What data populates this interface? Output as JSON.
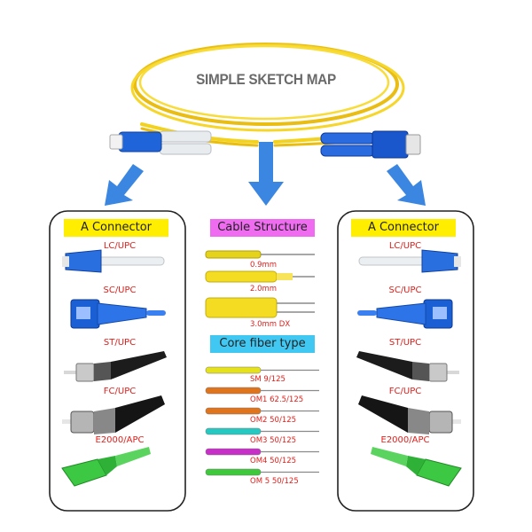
{
  "title": "SIMPLE SKETCH MAP",
  "left_panel": {
    "header": "A Connector",
    "connectors": [
      "LC/UPC",
      "SC/UPC",
      "ST/UPC",
      "FC/UPC",
      "E2000/APC"
    ]
  },
  "right_panel": {
    "header": "A Connector",
    "connectors": [
      "LC/UPC",
      "SC/UPC",
      "ST/UPC",
      "FC/UPC",
      "E2000/APC"
    ]
  },
  "cable_structure": {
    "header": "Cable Structure",
    "items": [
      "0.9mm",
      "2.0mm",
      "3.0mm DX"
    ]
  },
  "core_fiber": {
    "header": "Core fiber type",
    "items": [
      {
        "label": "SM 9/125",
        "color": "#e5e21c"
      },
      {
        "label": "OM1 62.5/125",
        "color": "#e0741c"
      },
      {
        "label": "OM2 50/125",
        "color": "#e0741c"
      },
      {
        "label": "OM3 50/125",
        "color": "#26c9c2"
      },
      {
        "label": "OM4 50/125",
        "color": "#c82ec8"
      },
      {
        "label": "OM 5 50/125",
        "color": "#3ec93a"
      }
    ]
  },
  "colors": {
    "header_yellow": "#ffee00",
    "header_magenta": "#ef6cf1",
    "header_cyan": "#41c8f2",
    "arrow_blue": "#3b86e0",
    "cable_yellow": "#f3d21d",
    "label_red": "#e0201c"
  }
}
